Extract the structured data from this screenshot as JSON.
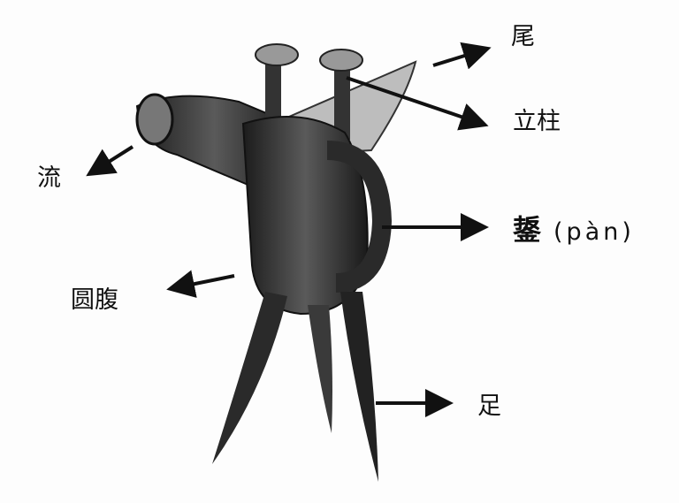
{
  "labels": {
    "tail": "尾",
    "pillar": "立柱",
    "spout": "流",
    "handle": "鋬",
    "handle_pinyin": "(pàn)",
    "belly": "圆腹",
    "foot": "足"
  },
  "colors": {
    "bronze": "#2a2a2a",
    "arrow": "#111111"
  }
}
